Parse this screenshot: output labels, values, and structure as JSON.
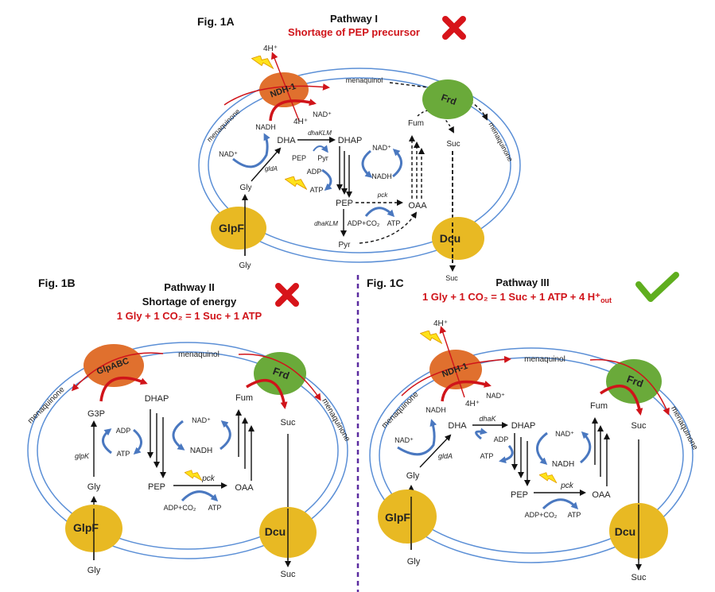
{
  "colors": {
    "membrane": "#5b8fd6",
    "ndh_enzyme": "#e0702e",
    "frd_enzyme": "#6aaa3a",
    "transporter": "#e8b923",
    "electron_flow": "#d0141a",
    "cofactor_arrow": "#4a78c0",
    "heading_red": "#d0141a",
    "divider": "#5b2ca0",
    "check": "#5fae1e"
  },
  "panels": [
    {
      "fig_label": "Fig. 1A",
      "title": "Pathway I",
      "subtitle": "Shortage of PEP precursor",
      "status_icon": "red-cross-icon",
      "labels": [
        "4H⁺",
        "NDH-1",
        "menaquinol",
        "Frd",
        "menaquinone",
        "menaquinone",
        "NADH",
        "NAD⁺",
        "4H⁺",
        "Fum",
        "Suc",
        "DHA",
        "dhaKLM",
        "DHAP",
        "PEP",
        "Pyr",
        "NAD⁺",
        "gldA",
        "ADP",
        "ATP",
        "NAD⁺",
        "NADH",
        "Gly",
        "PEP",
        "pck",
        "OAA",
        "dhaKLM",
        "ADP+CO₂",
        "ATP",
        "Pyr",
        "GlpF",
        "Dcu",
        "Gly",
        "Suc"
      ]
    },
    {
      "fig_label": "Fig. 1B",
      "title": "Pathway II",
      "subtitle": "Shortage of energy",
      "equation": "1 Gly + 1 CO₂ = 1 Suc + 1 ATP",
      "status_icon": "red-cross-icon",
      "labels": [
        "GlpABC",
        "menaquinol",
        "Frd",
        "menaquinone",
        "menaquinone",
        "DHAP",
        "Fum",
        "G3P",
        "Suc",
        "ADP",
        "ATP",
        "glpK",
        "NAD⁺",
        "NADH",
        "Gly",
        "PEP",
        "pck",
        "OAA",
        "ADP+CO₂",
        "ATP",
        "GlpF",
        "Dcu",
        "Gly",
        "Suc"
      ]
    },
    {
      "fig_label": "Fig. 1C",
      "title": "Pathway III",
      "equation": "1 Gly + 1 CO₂ = 1 Suc + 1 ATP + 4 H⁺",
      "equation_subscript": "out",
      "status_icon": "green-check-icon",
      "labels": [
        "4H⁺",
        "NDH-1",
        "menaquinol",
        "Frd",
        "menaquinone",
        "menaquinone",
        "NAD⁺",
        "4H⁺",
        "NADH",
        "Fum",
        "Suc",
        "dhaK",
        "DHA",
        "DHAP",
        "NAD⁺",
        "ADP",
        "NAD⁺",
        "gldA",
        "ATP",
        "NADH",
        "Gly",
        "PEP",
        "pck",
        "OAA",
        "ADP+CO₂",
        "ATP",
        "GlpF",
        "Dcu",
        "Gly",
        "Suc"
      ]
    }
  ]
}
